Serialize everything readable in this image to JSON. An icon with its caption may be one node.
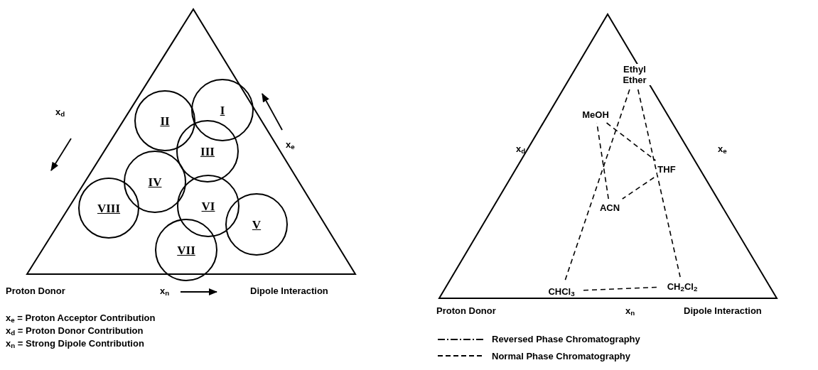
{
  "diagram": {
    "nodes": [
      {
        "text": [
          "I"
        ]
      },
      {
        "text": [
          "II"
        ]
      },
      {
        "text": [
          "III"
        ]
      },
      {
        "text": [
          "IV"
        ]
      },
      {
        "text": [
          "VIII"
        ]
      },
      {
        "text": [
          "VI"
        ]
      },
      {
        "text": [
          "V"
        ]
      },
      {
        "text": [
          "VII"
        ]
      },
      {
        "text": [
          "Ethyl Ether"
        ]
      },
      {
        "text": [
          "MeOH"
        ]
      },
      {
        "text": [
          "THF"
        ]
      },
      {
        "text": [
          "ACN"
        ]
      },
      {
        "text": [
          "CHCl$_{3}$"
        ]
      },
      {
        "text": [
          "CH$_{2}$Cl$_{2}$"
        ]
      }
    ],
    "edges": [
      {
        "from": 8,
        "to": 12,
        "arrow": "none",
        "style": "dashed"
      },
      {
        "from": 8,
        "to": 13,
        "arrow": "none",
        "style": "dashed"
      },
      {
        "from": 12,
        "to": 13,
        "arrow": "none",
        "style": "dashed"
      },
      {
        "from": 9,
        "to": 10,
        "arrow": "none",
        "style": "dashed"
      },
      {
        "from": 10,
        "to": 11,
        "arrow": "none",
        "style": "dashed"
      },
      {
        "from": 11,
        "to": 9,
        "arrow": "none",
        "style": "dashed"
      }
    ],
    "labels": [
      "x$_{d}$",
      "x$_{e}$",
      "Proton Donor",
      "x$_{n}$",
      "Dipole Interaction",
      "x$_{e}$ = Proton Acceptor Contribution",
      "x$_{d}$ = Proton Donor Contribution",
      "x$_{n}$ = Strong Dipole Contribution",
      "x$_{d}$",
      "x$_{e}$",
      "Proton Donor",
      "x$_{n}$",
      "Dipole Interaction"
    ],
    "legend": [
      {
        "text": "Reversed Phase Chromatography"
      },
      {
        "text": "Normal Phase Chromatography"
      }
    ]
  }
}
